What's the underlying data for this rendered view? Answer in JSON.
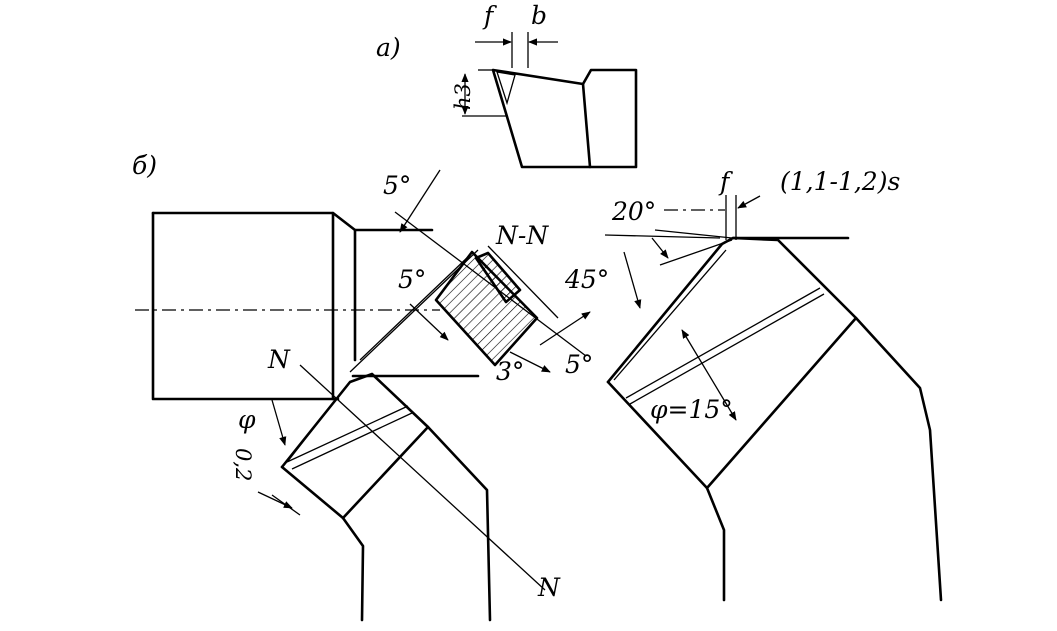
{
  "labels": {
    "view_a": "a)",
    "view_b": "б)",
    "f_top": "f",
    "b_top": "b",
    "h3": "h3",
    "angle_5_top": "5°",
    "angle_5_left": "5°",
    "section": "N-N",
    "angle_3": "3°",
    "angle_5_right": "5°",
    "n_upper": "N",
    "n_lower": "N",
    "phi": "φ",
    "dim_02": "0,2",
    "angle_20": "20°",
    "f_right": "f",
    "feed": "(1,1-1,2)s",
    "angle_45": "45°",
    "phi_15": "φ=15°"
  }
}
